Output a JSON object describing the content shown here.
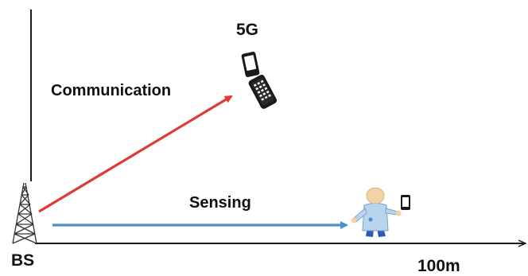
{
  "labels": {
    "phone": "5G",
    "communication": "Communication",
    "sensing": "Sensing",
    "base_station": "BS",
    "distance": "100m"
  },
  "icons": {
    "base_station": "cell-tower-icon",
    "phone": "flip-phone-icon",
    "person": "person-with-phone-icon"
  },
  "colors": {
    "communication_arrow": "#e03a34",
    "sensing_arrow": "#4a90d0",
    "axes": "#1a1a1a"
  }
}
